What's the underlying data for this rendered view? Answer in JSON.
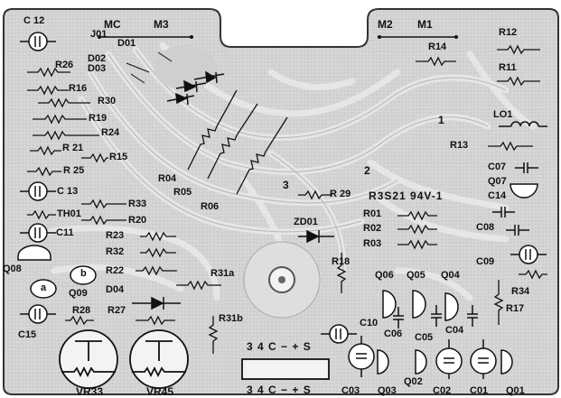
{
  "board": {
    "background_color": "#d9d9d9",
    "trace_color": "#ececec",
    "ink_color": "#111111"
  },
  "labels": {
    "mc": "MC",
    "m3": "M3",
    "m2": "M2",
    "m1": "M1",
    "c12": "C 12",
    "j01": "J01",
    "d01": "D01",
    "d02": "D02",
    "d03": "D03",
    "r26": "R26",
    "r16": "R16",
    "r30": "R30",
    "r19": "R19",
    "r24": "R24",
    "r21": "R 21",
    "r15": "R15",
    "r25": "R 25",
    "c13": "C 13",
    "r33": "R33",
    "th01": "TH01",
    "r20": "R20",
    "c11": "C11",
    "r23": "R23",
    "r32": "R32",
    "q08": "Q08",
    "r22": "R22",
    "d04": "D04",
    "q09": "Q09",
    "r28": "R28",
    "r27": "R27",
    "c15": "C15",
    "vr33": "VR33",
    "vr45": "VR45",
    "r04": "R04",
    "r05": "R05",
    "r06": "R06",
    "r31a": "R31a",
    "r31b": "R31b",
    "r29": "R 29",
    "zd01": "ZD01",
    "r18": "R18",
    "r01": "R01",
    "r02": "R02",
    "r03": "R03",
    "r14": "R14",
    "r12": "R12",
    "r11": "R11",
    "l01": "LO1",
    "r13": "R13",
    "c07": "C07",
    "q07": "Q07",
    "c14": "C14",
    "c08": "C08",
    "c09": "C09",
    "r34": "R34",
    "r17": "R17",
    "q06": "Q06",
    "q05": "Q05",
    "q04": "Q04",
    "c10": "C10",
    "c06": "C06",
    "c05": "C05",
    "c04": "C04",
    "c03": "C03",
    "q03": "Q03",
    "q02": "Q02",
    "c02": "C02",
    "c01": "C01",
    "q01": "Q01",
    "code": "R3S21 94V-1",
    "n1": "1",
    "n2": "2",
    "n3": "3",
    "a": "a",
    "b": "b",
    "conn_top": "3 4 C − + S",
    "conn_bottom": "3 4 C − + S"
  }
}
